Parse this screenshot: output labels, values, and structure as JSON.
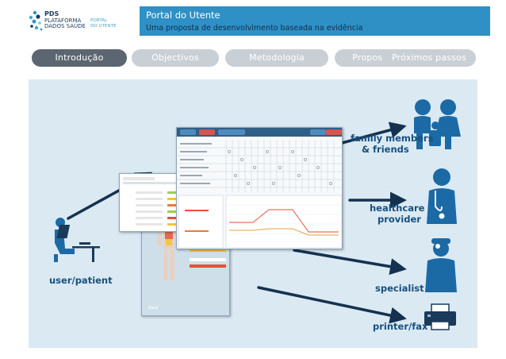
{
  "logo": {
    "pds_line1": "PDS",
    "pds_line2": "PLATAFORMA",
    "pds_line3": "DADOS SAÚDE",
    "portal_line1": "PORTAL",
    "portal_line2": "DO UTENTE"
  },
  "header": {
    "title": "Portal do Utente",
    "subtitle": "Uma proposta de desenvolvimento baseada na evidência"
  },
  "tabs": [
    {
      "label": "Introdução",
      "active": true
    },
    {
      "label": "Objectivos",
      "active": false
    },
    {
      "label": "Metodologia",
      "active": false
    },
    {
      "label": "Proposta",
      "active": false
    },
    {
      "label": "Próximos passos",
      "active": false
    }
  ],
  "diagram": {
    "user_label": "user/patient",
    "family_label_1": "family members",
    "family_label_2": "& friends",
    "healthcare_label_1": "healthcare",
    "healthcare_label_2": "provider",
    "specialist_label": "specialist",
    "printer_label": "printer/fax"
  },
  "colors": {
    "header_bar": "#2f90c6",
    "tab_active": "#5b6670",
    "tab_inactive": "#c9d0d5",
    "illustration_bg": "#dbe9f3",
    "figure_blue": "#1b6aa5",
    "arrow_navy": "#14324f"
  }
}
